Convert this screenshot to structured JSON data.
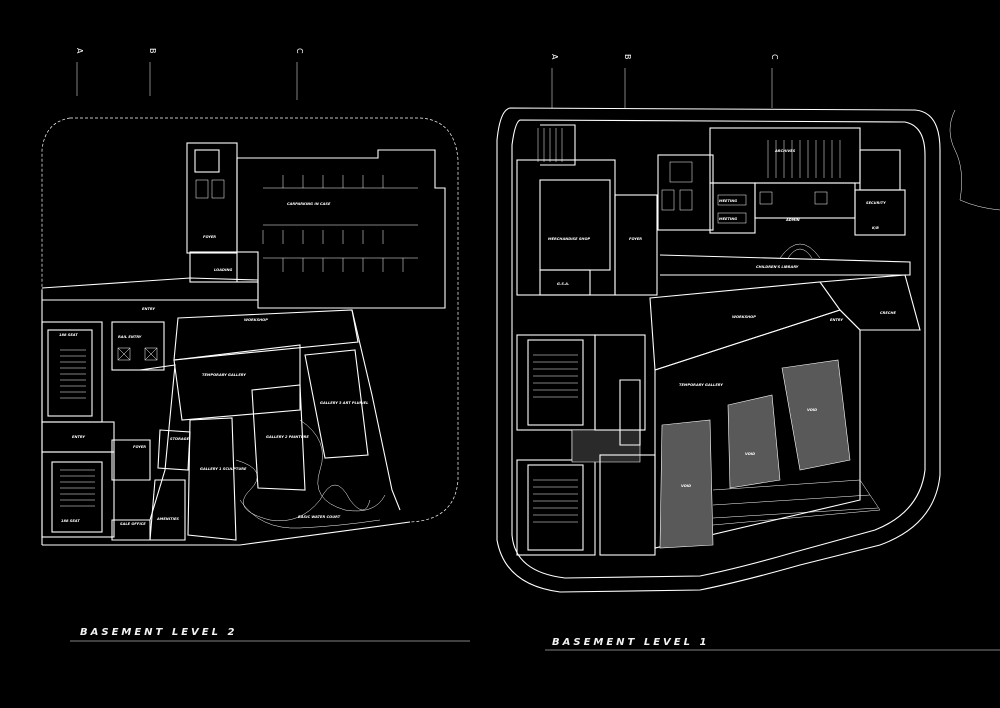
{
  "plans": [
    {
      "title": "BASEMENT LEVEL 2"
    },
    {
      "title": "BASEMENT LEVEL 1"
    }
  ],
  "axes": {
    "left": [
      "A",
      "B",
      "C"
    ],
    "right": [
      "A",
      "B",
      "C"
    ]
  },
  "rooms_level2": {
    "carpark": "CARPARKING IN CASE",
    "foyer_top": "FOYER",
    "loading": "LOADING",
    "entry": "ENTRY",
    "seat_top": "188 SEAT",
    "rail_entry": "RAIL ENTRY",
    "workshop": "WORKSHOP",
    "temp_gallery": "TEMPORARY GALLERY",
    "gallery2": "GALLERY 2 PAINTURE",
    "gallery3": "GALLERY 3 ART PLURIEL",
    "entry_mid": "ENTRY",
    "foyer_mid": "FOYER",
    "storage": "STORAGE",
    "gallery1": "GALLERY 1 SCULPTURE",
    "seat_bottom": "188 SEAT",
    "ticket": "SALE OFFICE",
    "amenities": "AMENITIES",
    "basin": "BASIC WATER COURT"
  },
  "rooms_level1": {
    "shop": "MERCHANDISE SHOP",
    "foyer": "FOYER",
    "gsa": "G.S.A.",
    "archives": "ARCHIVES",
    "meeting1": "MEETING",
    "meeting2": "MEETING",
    "admin": "ADMIN",
    "security": "SECURITY",
    "kitchen": "K/B",
    "library": "CHILDREN'S LIBRARY",
    "workshop": "WORKSHOP",
    "entry": "ENTRY",
    "creche": "CRECHE",
    "temp_gallery": "TEMPORARY GALLERY",
    "void1": "VOID",
    "void2": "VOID",
    "void3": "VOID"
  }
}
